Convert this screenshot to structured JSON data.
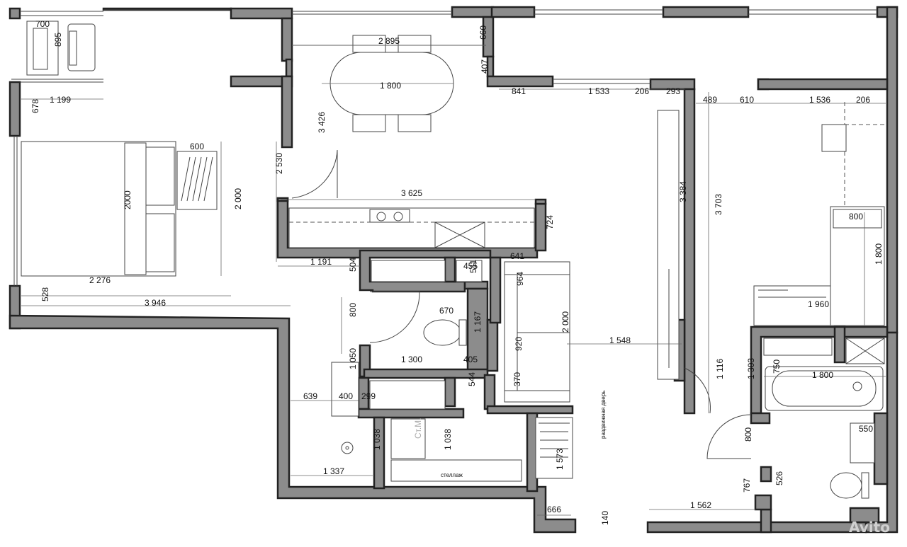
{
  "plan_title": "",
  "dimensions": {
    "d700": "700",
    "d895": "895",
    "d1199": "1 199",
    "d678": "678",
    "d2000v": "2000",
    "d600": "600",
    "d2000r": "2 000",
    "d2276": "2 276",
    "d528": "528",
    "d3946": "3 946",
    "d2895": "2 895",
    "d660": "660",
    "d407": "407",
    "d1800t": "1 800",
    "d3426": "3 426",
    "d2530": "2 530",
    "d3625": "3 625",
    "d724": "724",
    "d1191": "1 191",
    "d504": "504",
    "d455": "455",
    "d511": "511",
    "d641": "641",
    "d964": "964",
    "d670": "670",
    "d1167": "1 167",
    "d800a": "800",
    "d1300": "1 300",
    "d405": "405",
    "d920": "920",
    "d2000s": "2 000",
    "d1548": "1 548",
    "d1050": "1 050",
    "d639": "639",
    "d400": "400",
    "d299": "299",
    "d544": "544",
    "d370": "370",
    "d1038a": "1 038",
    "d1038b": "1 038",
    "d1337": "1 337",
    "d1573": "1 573",
    "d666": "666",
    "d140": "140",
    "d841": "841",
    "d1533": "1 533",
    "d206a": "206",
    "d293": "293",
    "d489": "489",
    "d610": "610",
    "d1536": "1 536",
    "d206b": "206",
    "d3384": "3 384",
    "d3703": "3 703",
    "d800b": "800",
    "d1800b": "1 800",
    "d1960": "1 960",
    "d1116": "1 116",
    "d1303": "1 303",
    "d750": "750",
    "d1800c": "1 800",
    "d550": "550",
    "d800c": "800",
    "d767": "767",
    "d526": "526",
    "d1562": "1 562"
  },
  "labels": {
    "storage": "Ст.М.",
    "shelving": "стеллаж",
    "sliding_door": "раздвижная дверь",
    "watermark": "Avito"
  }
}
